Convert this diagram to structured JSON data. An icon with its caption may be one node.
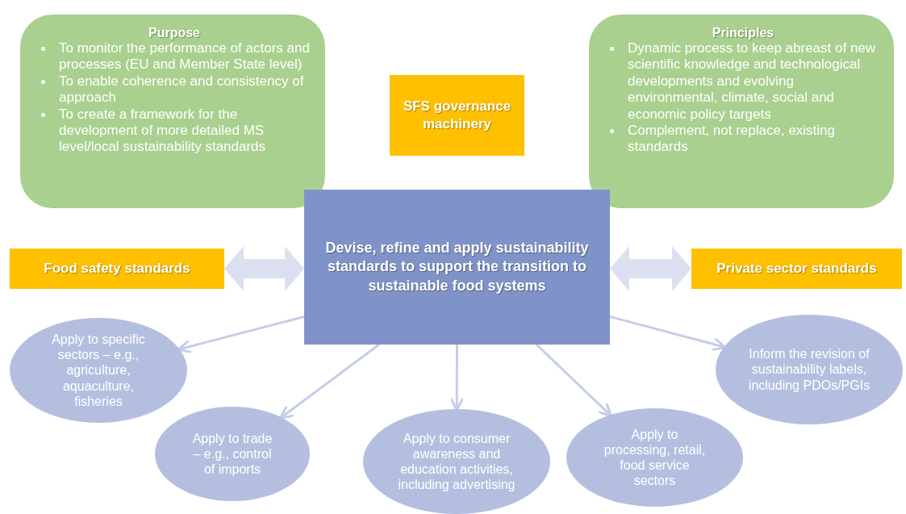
{
  "diagram": {
    "nodes": [
      {
        "text": [
          "Purpose",
          "To monitor the performance of actors and processes (EU and Member State level)",
          "To enable coherence and consistency of approach",
          "To create a framework for the development of more detailed MS level/local sustainability standards"
        ]
      },
      {
        "text": [
          "SFS governance machinery"
        ]
      },
      {
        "text": [
          "Principles",
          "Dynamic process to keep abreast of new scientific knowledge and technological developments and evolving environmental, climate, social and economic policy targets",
          "Complement, not replace, existing standards"
        ]
      },
      {
        "text": [
          "Food safety standards"
        ]
      },
      {
        "text": [
          "Devise, refine and apply sustainability standards to support the transition to sustainable food systems"
        ]
      },
      {
        "text": [
          "Private sector standards"
        ]
      },
      {
        "text": [
          "Apply to specific sectors – e.g., agriculture, aquaculture, fisheries"
        ]
      },
      {
        "text": [
          "Apply to trade – e.g., control of imports"
        ]
      },
      {
        "text": [
          "Apply to consumer awareness and education activities, including advertising"
        ]
      },
      {
        "text": [
          "Apply to processing, retail, food service sectors"
        ]
      },
      {
        "text": [
          "Inform the revision of sustainability labels, including PDOs/PGIs"
        ]
      }
    ],
    "edges": [
      {
        "from": 3,
        "to": 4,
        "arrow": "both",
        "style": "thick"
      },
      {
        "from": 4,
        "to": 5,
        "arrow": "both",
        "style": "thick"
      },
      {
        "from": 4,
        "to": 6,
        "arrow": "to"
      },
      {
        "from": 4,
        "to": 7,
        "arrow": "to"
      },
      {
        "from": 4,
        "to": 8,
        "arrow": "to"
      },
      {
        "from": 4,
        "to": 9,
        "arrow": "to"
      },
      {
        "from": 4,
        "to": 10,
        "arrow": "to"
      }
    ]
  }
}
